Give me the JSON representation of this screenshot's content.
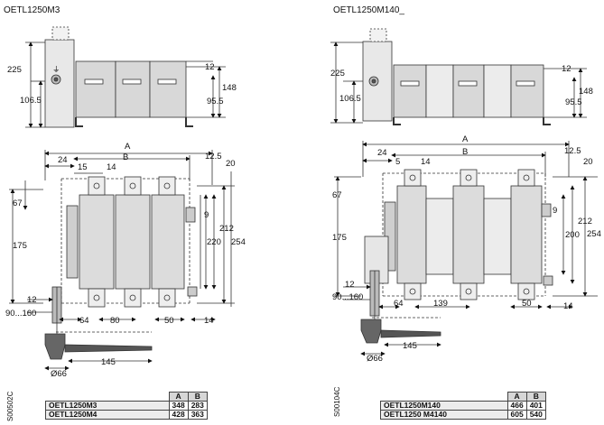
{
  "left": {
    "title": "OETL1250M3",
    "side_dims": {
      "h225": "225",
      "h1065": "106.5",
      "t12": "12",
      "h148": "148",
      "h955": "95.5"
    },
    "front_dims": {
      "A": "A",
      "B": "B",
      "d24": "24",
      "d15": "15",
      "d14": "14",
      "d125": "12.5",
      "d20": "20",
      "d67": "67",
      "d9": "9",
      "d175": "175",
      "d212": "212",
      "d220": "220",
      "d254": "254",
      "d12": "12",
      "d90": "90...160",
      "d64": "64",
      "d80": "80",
      "d50": "50",
      "d14b": "14",
      "d145": "145",
      "d66": "Ø66"
    },
    "code": "S00502C",
    "table": {
      "headers": [
        "A",
        "B"
      ],
      "rows": [
        {
          "model": "OETL1250M3",
          "A": "348",
          "B": "283"
        },
        {
          "model": "OETL1250M4",
          "A": "428",
          "B": "363"
        }
      ]
    }
  },
  "right": {
    "title": "OETL1250M140_",
    "side_dims": {
      "h225": "225",
      "h1065": "106.5",
      "t12": "12",
      "h148": "148",
      "h955": "95.5"
    },
    "front_dims": {
      "A": "A",
      "B": "B",
      "d24": "24",
      "d5": "5",
      "d14": "14",
      "d125": "12.5",
      "d20": "20",
      "d67": "67",
      "d9": "9",
      "d175": "175",
      "d212": "212",
      "d200": "200",
      "d254": "254",
      "d12": "12",
      "d90": "90...160",
      "d64": "64",
      "d139": "139",
      "d50": "50",
      "d14b": "14",
      "d145": "145",
      "d66": "Ø66"
    },
    "code": "S00104C",
    "table": {
      "headers": [
        "A",
        "B"
      ],
      "rows": [
        {
          "model": "OETL1250M140",
          "A": "466",
          "B": "401"
        },
        {
          "model": "OETL1250 M4140",
          "A": "605",
          "B": "540"
        }
      ]
    }
  }
}
